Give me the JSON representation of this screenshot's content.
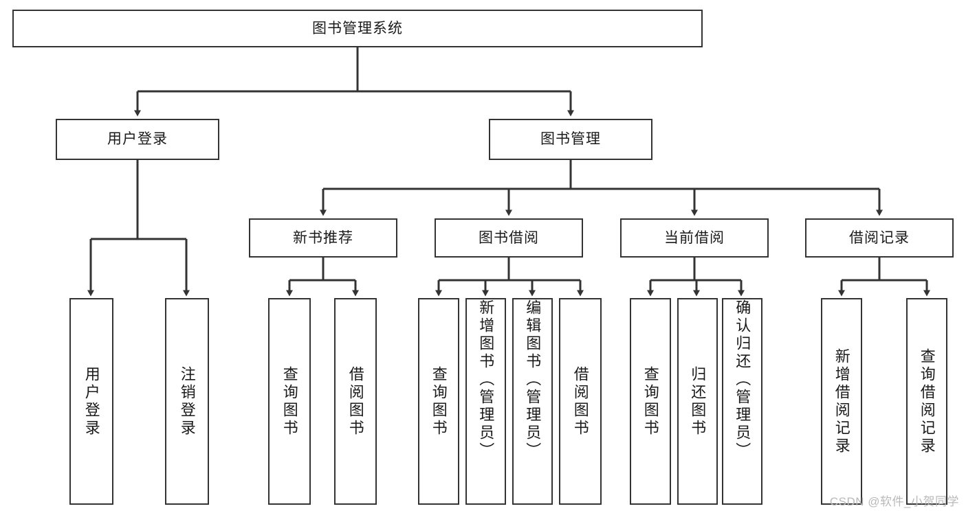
{
  "diagram": {
    "title": "图书管理系统",
    "type": "tree-hierarchy",
    "colors": {
      "box_border": "#333333",
      "box_fill": "#ffffff",
      "edge": "#333333",
      "text": "#1a1a1a",
      "watermark": "#b9b9b9"
    },
    "root": {
      "label": "图书管理系统"
    },
    "level2": [
      {
        "label": "用户登录"
      },
      {
        "label": "图书管理"
      }
    ],
    "level3": [
      {
        "label": "新书推荐"
      },
      {
        "label": "图书借阅"
      },
      {
        "label": "当前借阅"
      },
      {
        "label": "借阅记录"
      }
    ],
    "leaves": [
      {
        "label": "用户登录",
        "parent": "用户登录"
      },
      {
        "label": "注销登录",
        "parent": "用户登录"
      },
      {
        "label": "查询图书",
        "parent": "新书推荐"
      },
      {
        "label": "借阅图书",
        "parent": "新书推荐"
      },
      {
        "label": "查询图书",
        "parent": "图书借阅"
      },
      {
        "label": "新增图书（管理员）",
        "parent": "图书借阅"
      },
      {
        "label": "编辑图书（管理员）",
        "parent": "图书借阅"
      },
      {
        "label": "借阅图书",
        "parent": "图书借阅"
      },
      {
        "label": "查询图书",
        "parent": "当前借阅"
      },
      {
        "label": "归还图书",
        "parent": "当前借阅"
      },
      {
        "label": "确认归还（管理员）",
        "parent": "当前借阅"
      },
      {
        "label": "新增借阅记录",
        "parent": "借阅记录"
      },
      {
        "label": "查询借阅记录",
        "parent": "借阅记录"
      }
    ],
    "watermark": "CSDN @软件_小贺同学"
  }
}
